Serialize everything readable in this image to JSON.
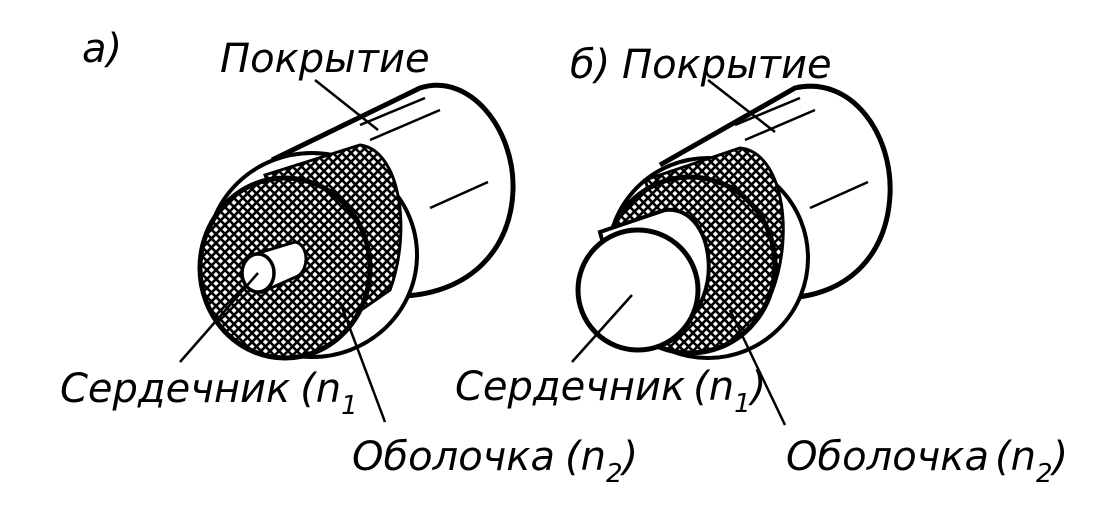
{
  "colors": {
    "ink": "#000000",
    "paper": "#ffffff"
  },
  "panel_a": {
    "letter": "а)",
    "coating": "Покрытие",
    "core_name": "Сердечник",
    "core_index": "n",
    "core_index_sub": "1",
    "cladding_name": "Оболочка",
    "cladding_index": "n",
    "cladding_index_sub": "2",
    "open_paren": "(",
    "close_paren": ")"
  },
  "panel_b": {
    "letter": "б)",
    "coating": "Покрытие",
    "core_name": "Сердечник",
    "core_index": "n",
    "core_index_sub": "1",
    "cladding_name": "Оболочка",
    "cladding_index": "n",
    "cladding_index_sub": "2",
    "open_paren": "(",
    "close_paren": ")"
  }
}
